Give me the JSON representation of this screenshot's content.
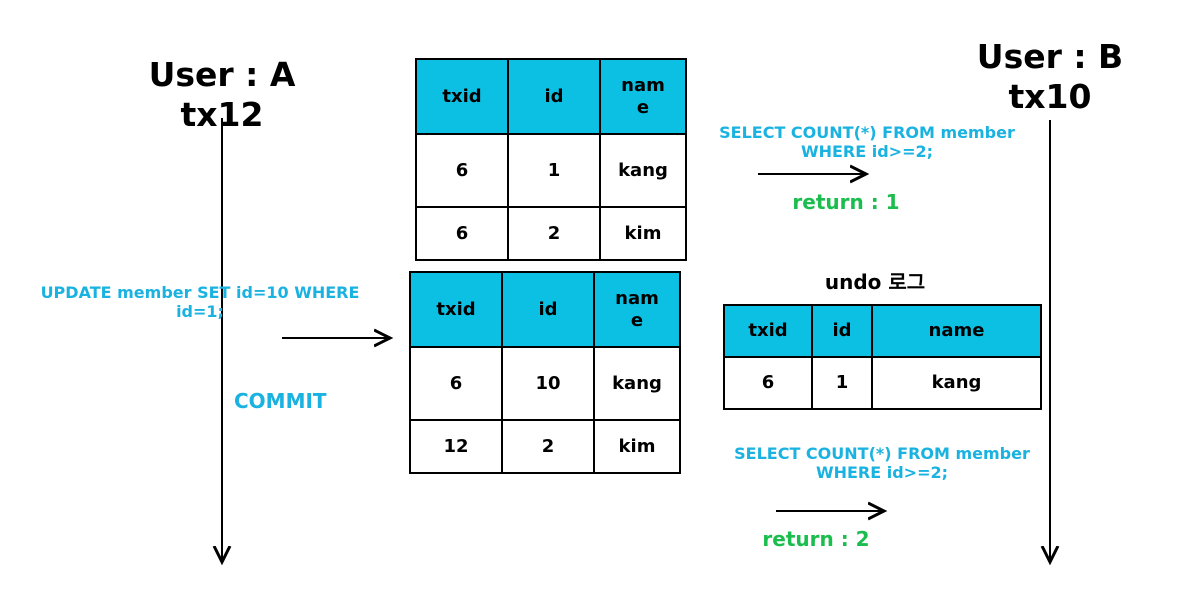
{
  "user_a": {
    "title": "User : A",
    "tx": "tx12"
  },
  "user_b": {
    "title": "User : B",
    "tx": "tx10"
  },
  "table_before": {
    "headers": [
      "txid",
      "id",
      "name"
    ],
    "rows": [
      [
        "6",
        "1",
        "kang"
      ],
      [
        "6",
        "2",
        "kim"
      ]
    ]
  },
  "table_after": {
    "headers": [
      "txid",
      "id",
      "name"
    ],
    "rows": [
      [
        "6",
        "10",
        "kang"
      ],
      [
        "12",
        "2",
        "kim"
      ]
    ]
  },
  "undo": {
    "title": "undo 로그",
    "headers": [
      "txid",
      "id",
      "name"
    ],
    "rows": [
      [
        "6",
        "1",
        "kang"
      ]
    ]
  },
  "user_a_actions": {
    "update_query": "UPDATE member SET id=10 WHERE id=1;",
    "commit": "COMMIT"
  },
  "user_b_actions": {
    "select_query_1": "SELECT COUNT(*) FROM member WHERE id>=2;",
    "return_1": "return : 1",
    "select_query_2": "SELECT COUNT(*) FROM member WHERE id>=2;",
    "return_2": "return : 2"
  },
  "colors": {
    "header_fill": "#0cc0e3",
    "query_text": "#1ab2e0",
    "return_text": "#1bbd4e"
  }
}
